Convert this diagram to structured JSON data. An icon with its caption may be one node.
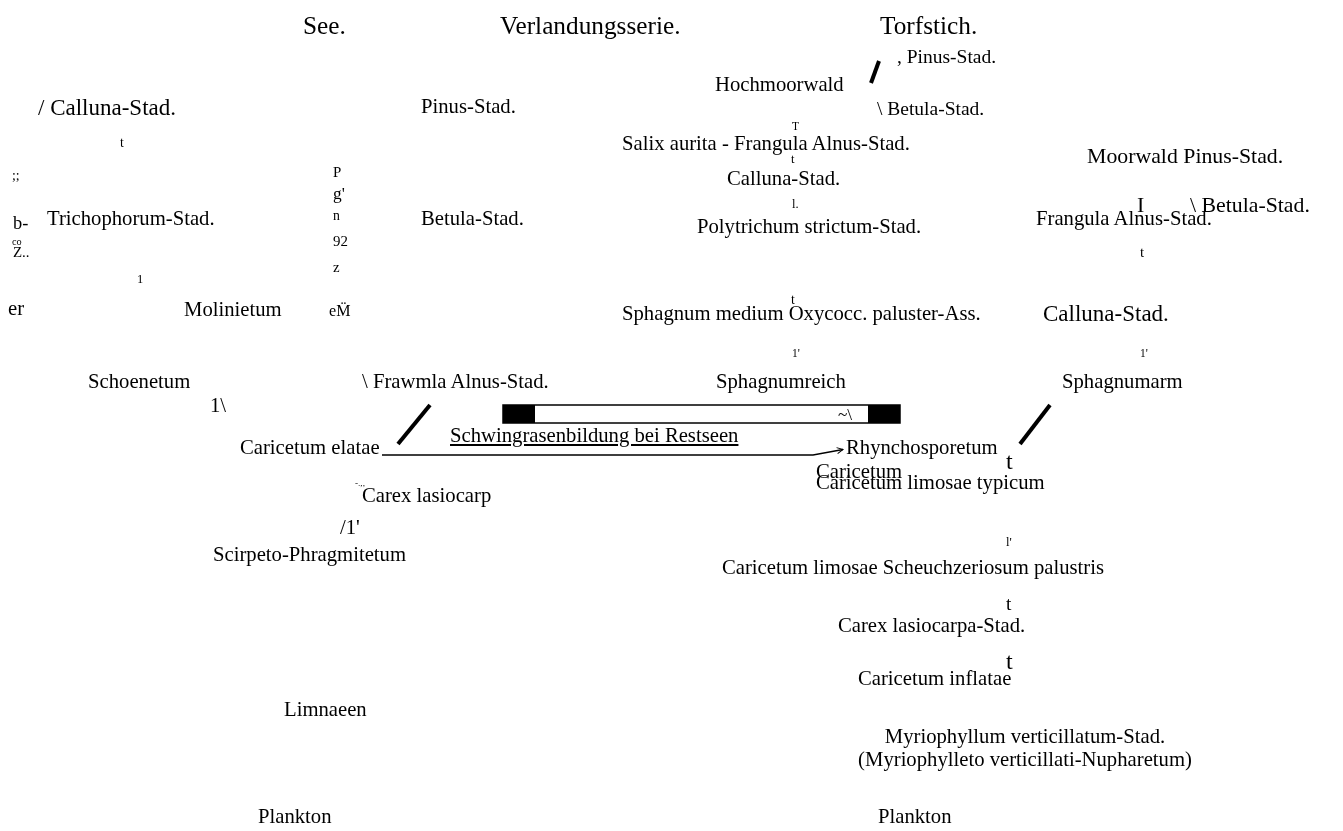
{
  "diagram": {
    "nodes": [
      {
        "text": [
          "Caricetum elatae"
        ]
      },
      {
        "text": [
          "Rhynchosporetum"
        ]
      }
    ],
    "edges": [
      {
        "from": 0,
        "to": 1,
        "arrow": "to",
        "label": "Schwingrasenbildung bei Restseen"
      }
    ],
    "labels": [
      "See.",
      "Verlandungsserie.",
      "Torfstich.",
      ", Pinus-Stad.",
      "Hochmoorwald",
      "/ Calluna-Stad.",
      "Pinus-Stad.",
      "\\ Betula-Stad.",
      "T",
      "t",
      "Salix aurita - Frangula Alnus-Stad.",
      "t",
      "Moorwald Pinus-Stad.",
      ";;",
      "P",
      "Calluna-Stad.",
      "g'",
      "b-",
      "Trichophorum-Stad.",
      "n",
      "Betula-Stad.",
      "Polytrichum strictum-Stad.",
      "l.",
      "Frangula Alnus-Stad.",
      "I",
      "\\ Betula-Stad.",
      "co",
      "Z..",
      "92",
      "t",
      "1",
      "z",
      "er",
      "Molinietum",
      "eM̈",
      "Sphagnum medium Oxycocc. paluster-Ass.",
      "t",
      "Calluna-Stad.",
      "1'",
      "1'",
      "Schoenetum",
      "\\ Frawmla Alnus-Stad.",
      "Sphagnumreich",
      "Sphagnumarm",
      "1\\",
      "~\\",
      "-.,,",
      "Carex lasiocarp",
      "Caricetum",
      "Caricetum limosae typicum",
      "t",
      "/1'",
      "l'",
      "Scirpeto-Phragmitetum",
      "Caricetum limosae Scheuchzeriosum palustris",
      "t",
      "Carex lasiocarpa-Stad.",
      "t",
      "Caricetum inflatae",
      "Limnaeen",
      "Myriophyllum verticillatum-Stad. (Myriophylleto verticillati-Nupharetum)",
      "Plankton",
      "Plankton"
    ]
  }
}
